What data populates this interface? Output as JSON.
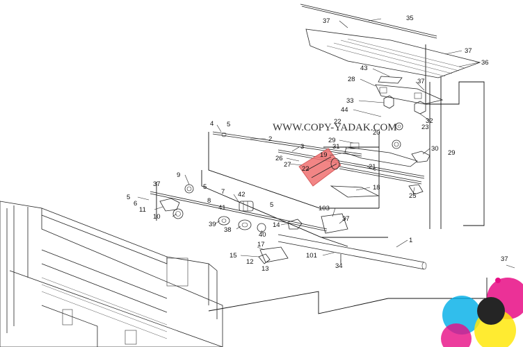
{
  "diagram": {
    "watermark": "WWW.COPY-YADAK.COM",
    "highlight": {
      "part": "22",
      "fill": "#f07070",
      "stroke": "#d04040"
    },
    "callouts": [
      {
        "id": "35",
        "label": "35"
      },
      {
        "id": "37a",
        "label": "37"
      },
      {
        "id": "37b",
        "label": "37"
      },
      {
        "id": "36",
        "label": "36"
      },
      {
        "id": "43",
        "label": "43"
      },
      {
        "id": "28",
        "label": "28"
      },
      {
        "id": "37c",
        "label": "37"
      },
      {
        "id": "33",
        "label": "33"
      },
      {
        "id": "44",
        "label": "44"
      },
      {
        "id": "32",
        "label": "32"
      },
      {
        "id": "22b",
        "label": "22"
      },
      {
        "id": "20",
        "label": "20"
      },
      {
        "id": "23",
        "label": "23"
      },
      {
        "id": "4",
        "label": "4"
      },
      {
        "id": "5a",
        "label": "5"
      },
      {
        "id": "2",
        "label": "2"
      },
      {
        "id": "29a",
        "label": "29"
      },
      {
        "id": "3",
        "label": "3"
      },
      {
        "id": "31",
        "label": "31"
      },
      {
        "id": "30",
        "label": "30"
      },
      {
        "id": "29b",
        "label": "29"
      },
      {
        "id": "26",
        "label": "26"
      },
      {
        "id": "19",
        "label": "19"
      },
      {
        "id": "27",
        "label": "27"
      },
      {
        "id": "22",
        "label": "22"
      },
      {
        "id": "21",
        "label": "21"
      },
      {
        "id": "9",
        "label": "9"
      },
      {
        "id": "37d",
        "label": "37"
      },
      {
        "id": "5b",
        "label": "5"
      },
      {
        "id": "7",
        "label": "7"
      },
      {
        "id": "42",
        "label": "42"
      },
      {
        "id": "18",
        "label": "18"
      },
      {
        "id": "5c",
        "label": "5"
      },
      {
        "id": "6",
        "label": "6"
      },
      {
        "id": "8",
        "label": "8"
      },
      {
        "id": "41",
        "label": "41"
      },
      {
        "id": "5d",
        "label": "5"
      },
      {
        "id": "25",
        "label": "25"
      },
      {
        "id": "11",
        "label": "11"
      },
      {
        "id": "103",
        "label": "103"
      },
      {
        "id": "10",
        "label": "10"
      },
      {
        "id": "37e",
        "label": "37"
      },
      {
        "id": "39",
        "label": "39"
      },
      {
        "id": "38",
        "label": "38"
      },
      {
        "id": "14",
        "label": "14"
      },
      {
        "id": "40",
        "label": "40"
      },
      {
        "id": "1",
        "label": "1"
      },
      {
        "id": "17",
        "label": "17"
      },
      {
        "id": "15",
        "label": "15"
      },
      {
        "id": "101",
        "label": "101"
      },
      {
        "id": "12",
        "label": "12"
      },
      {
        "id": "13",
        "label": "13"
      },
      {
        "id": "34",
        "label": "34"
      },
      {
        "id": "37f",
        "label": "37"
      }
    ],
    "logo": {
      "colors": [
        "#00aee8",
        "#e6007e",
        "#ffe600",
        "#1a1a1a"
      ]
    }
  }
}
